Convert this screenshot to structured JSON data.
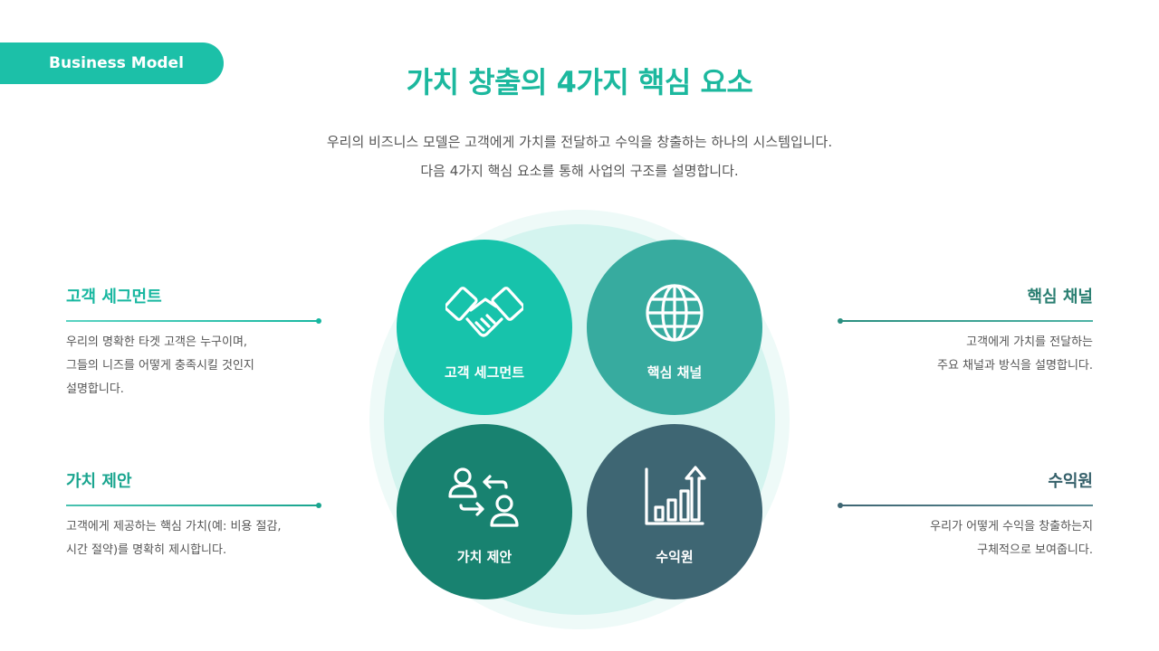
{
  "tag": "Business Model",
  "title": "가치 창출의 4가지 핵심 요소",
  "subtitle": [
    "우리의 비즈니스 모델은 고객에게 가치를 전달하고 수익을 창출하는 하나의 시스템입니다.",
    "다음 4가지 핵심 요소를 통해 사업의 구조를 설명합니다."
  ],
  "circles": [
    {
      "label": "고객 세그먼트",
      "icon": "handshake-icon",
      "color": "#17c3ab"
    },
    {
      "label": "핵심 채널",
      "icon": "globe-icon",
      "color": "#37ab9f"
    },
    {
      "label": "가치 제안",
      "icon": "people-exchange-icon",
      "color": "#188270"
    },
    {
      "label": "수익원",
      "icon": "bar-chart-growth-icon",
      "color": "#3e6673"
    }
  ],
  "sections": {
    "customer_segment": {
      "title": "고객 세그먼트",
      "lines": [
        "우리의 명확한 타겟 고객은 누구이며,",
        "그들의 니즈를 어떻게 충족시킬 것인지",
        "설명합니다."
      ]
    },
    "value_proposition": {
      "title": "가치 제안",
      "lines": [
        "고객에게 제공하는 핵심 가치(예: 비용 절감,",
        "시간 절약)를 명확히 제시합니다."
      ]
    },
    "channel": {
      "title": "핵심 채널",
      "lines": [
        "고객에게 가치를 전달하는",
        "주요 채널과 방식을 설명합니다."
      ]
    },
    "revenue": {
      "title": "수익원",
      "lines": [
        "우리가 어떻게 수익을 창출하는지",
        "구체적으로 보여줍니다."
      ]
    }
  }
}
